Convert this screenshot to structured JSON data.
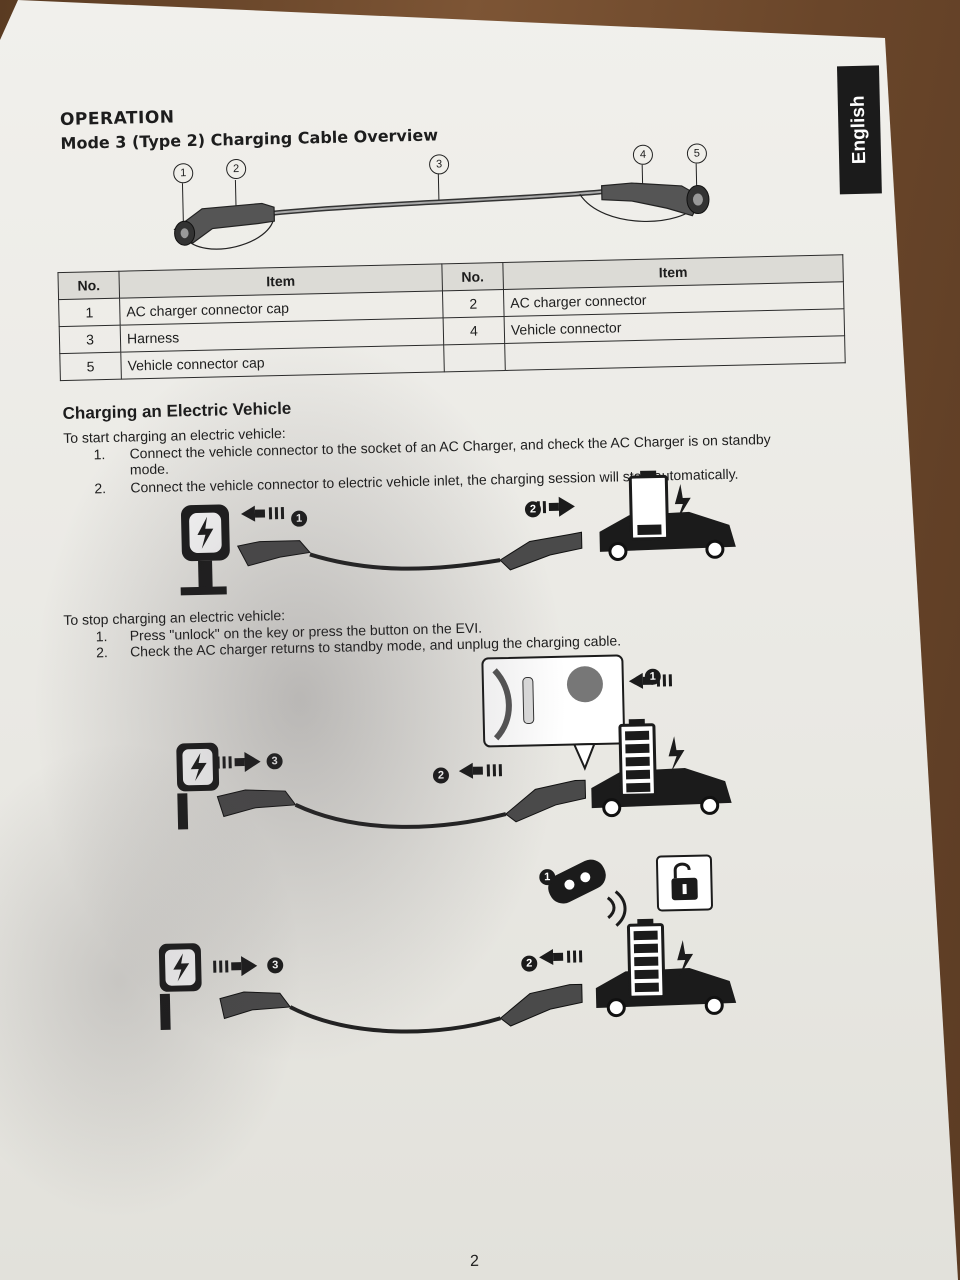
{
  "page": {
    "tab_label": "English",
    "section_title": "OPERATION",
    "subtitle": "Mode 3 (Type 2) Charging Cable Overview",
    "callouts": [
      "1",
      "2",
      "3",
      "4",
      "5"
    ],
    "page_number": "2"
  },
  "table": {
    "headers": [
      "No.",
      "Item",
      "No.",
      "Item"
    ],
    "rows": [
      {
        "no_left": "1",
        "item_left": "AC charger connector cap",
        "no_right": "2",
        "item_right": "AC charger connector"
      },
      {
        "no_left": "3",
        "item_left": "Harness",
        "no_right": "4",
        "item_right": "Vehicle connector"
      },
      {
        "no_left": "5",
        "item_left": "Vehicle connector cap",
        "no_right": "",
        "item_right": ""
      }
    ]
  },
  "charging": {
    "heading": "Charging an Electric Vehicle",
    "start_intro": "To start charging an electric vehicle:",
    "start_steps": [
      {
        "n": "1.",
        "text": "Connect the vehicle connector to the socket of an AC Charger, and check the AC Charger is on standby",
        "cont": "mode."
      },
      {
        "n": "2.",
        "text": "Connect the vehicle connector to electric vehicle inlet, the charging session will start automatically."
      }
    ],
    "stop_intro": "To stop charging an electric vehicle:",
    "stop_steps": [
      {
        "n": "1.",
        "text": "Press \"unlock\" on the key or press the button on the EVI."
      },
      {
        "n": "2.",
        "text": "Check the AC charger returns to standby mode, and unplug the charging cable."
      }
    ]
  },
  "figures": {
    "start_badges": [
      "1",
      "2"
    ],
    "stop_badges_a": [
      "1",
      "3",
      "2"
    ],
    "stop_badges_b": [
      "1",
      "3",
      "2"
    ]
  },
  "icons": [
    "charger-bolt-icon",
    "battery-icon",
    "car-icon",
    "key-fob-icon",
    "unlock-padlock-icon",
    "lightning-icon"
  ]
}
